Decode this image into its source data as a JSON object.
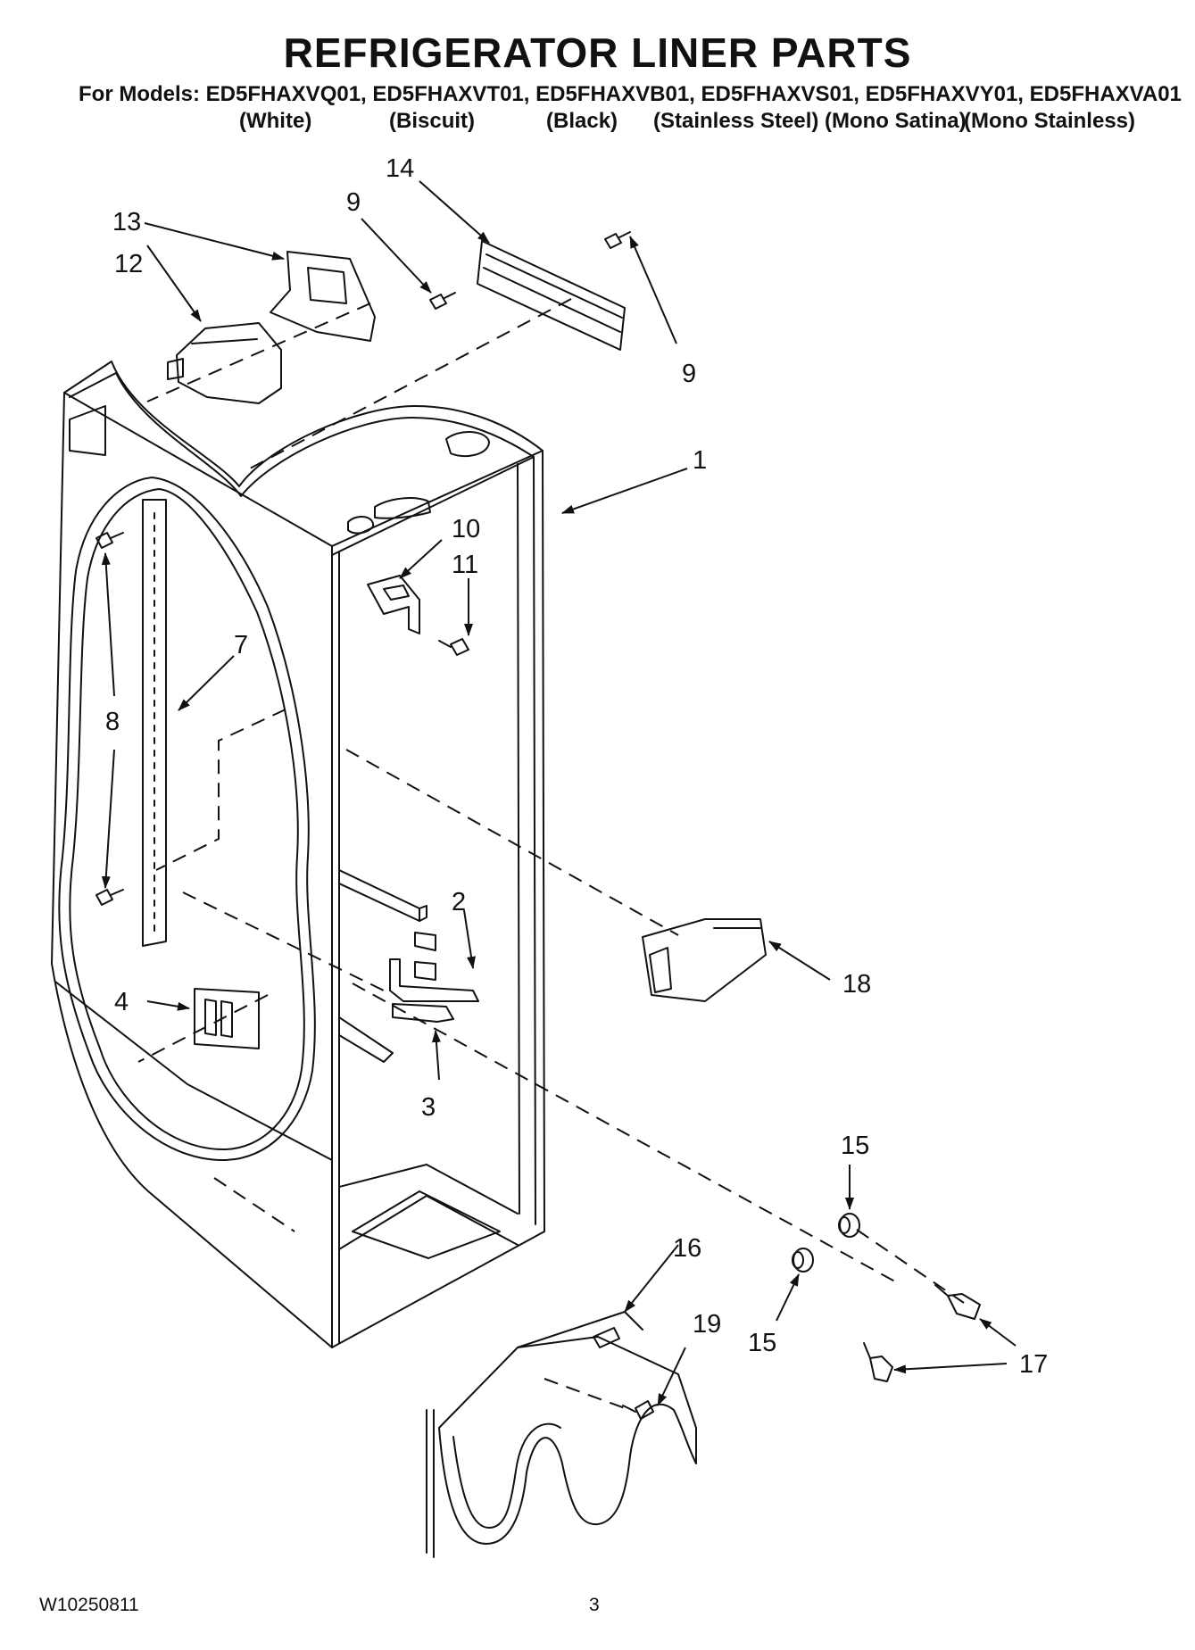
{
  "header": {
    "title": "REFRIGERATOR LINER PARTS",
    "models_line": "For Models: ED5FHAXVQ01, ED5FHAXVT01, ED5FHAXVB01, ED5FHAXVS01, ED5FHAXVY01, ED5FHAXVA01",
    "variants": [
      "(White)",
      "(Biscuit)",
      "(Black)",
      "(Stainless Steel)",
      "(Mono Satina)",
      "(Mono Stainless)"
    ]
  },
  "callouts": {
    "c1": "1",
    "c2": "2",
    "c3": "3",
    "c4": "4",
    "c7": "7",
    "c8": "8",
    "c9a": "9",
    "c9b": "9",
    "c10": "10",
    "c11": "11",
    "c12": "12",
    "c13": "13",
    "c14": "14",
    "c15a": "15",
    "c15b": "15",
    "c16": "16",
    "c17": "17",
    "c18": "18",
    "c19": "19"
  },
  "footer": {
    "doc_id": "W10250811",
    "page_number": "3"
  }
}
